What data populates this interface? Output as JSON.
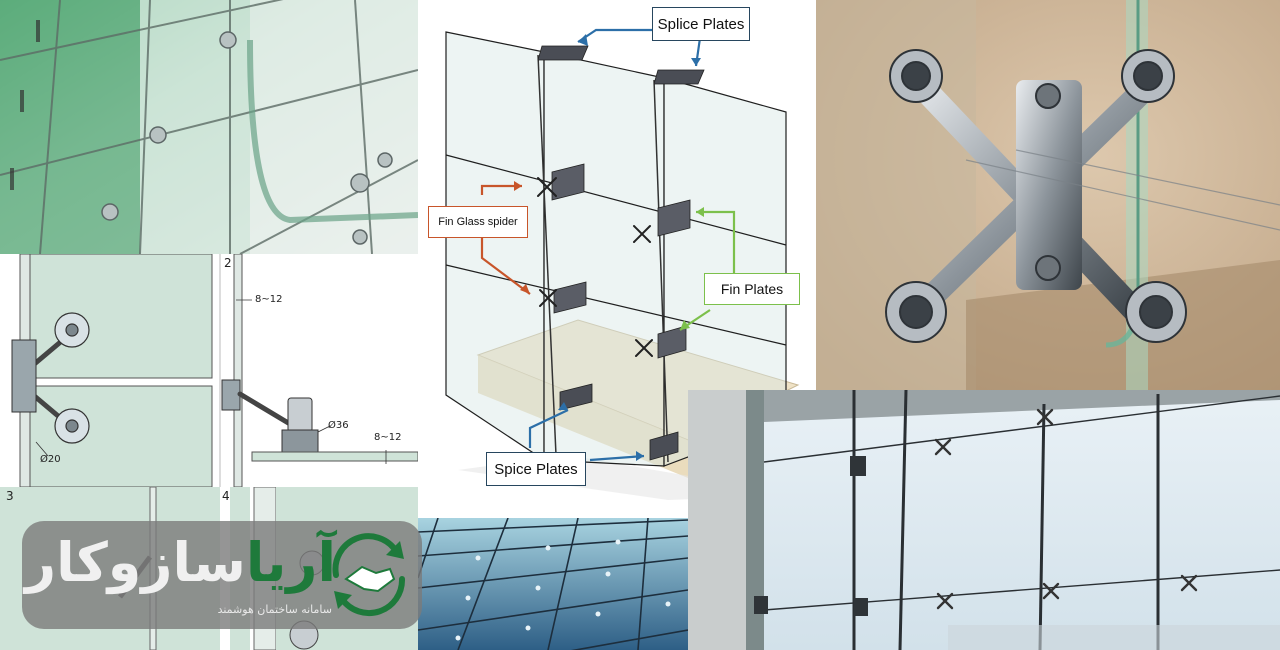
{
  "diagram": {
    "labels": {
      "splice_plates_top": "Splice Plates",
      "fin_glass_spider": "Fin Glass spider",
      "fin_plates": "Fin Plates",
      "spice_plates_bottom": "Spice Plates"
    },
    "colors": {
      "label_border": "#27465e",
      "arrow_blue": "#2c6fa8",
      "arrow_orange": "#c8552a",
      "arrow_green": "#7cc04b",
      "glass_tint": "#cfe3d8",
      "brand_green": "#1e7a3b"
    }
  },
  "technical_drawing": {
    "step_numbers": [
      "2",
      "3",
      "4"
    ],
    "dimensions": {
      "gap_top": "8~12",
      "diameter_20": "Ø20",
      "diameter_36": "Ø36",
      "gap_bottom": "8~12"
    }
  },
  "logo": {
    "name_part1": "آریا",
    "name_part2": "سازوکار",
    "tagline": "سامانه ساختمان هوشمند",
    "icon": "handshake-icon"
  }
}
